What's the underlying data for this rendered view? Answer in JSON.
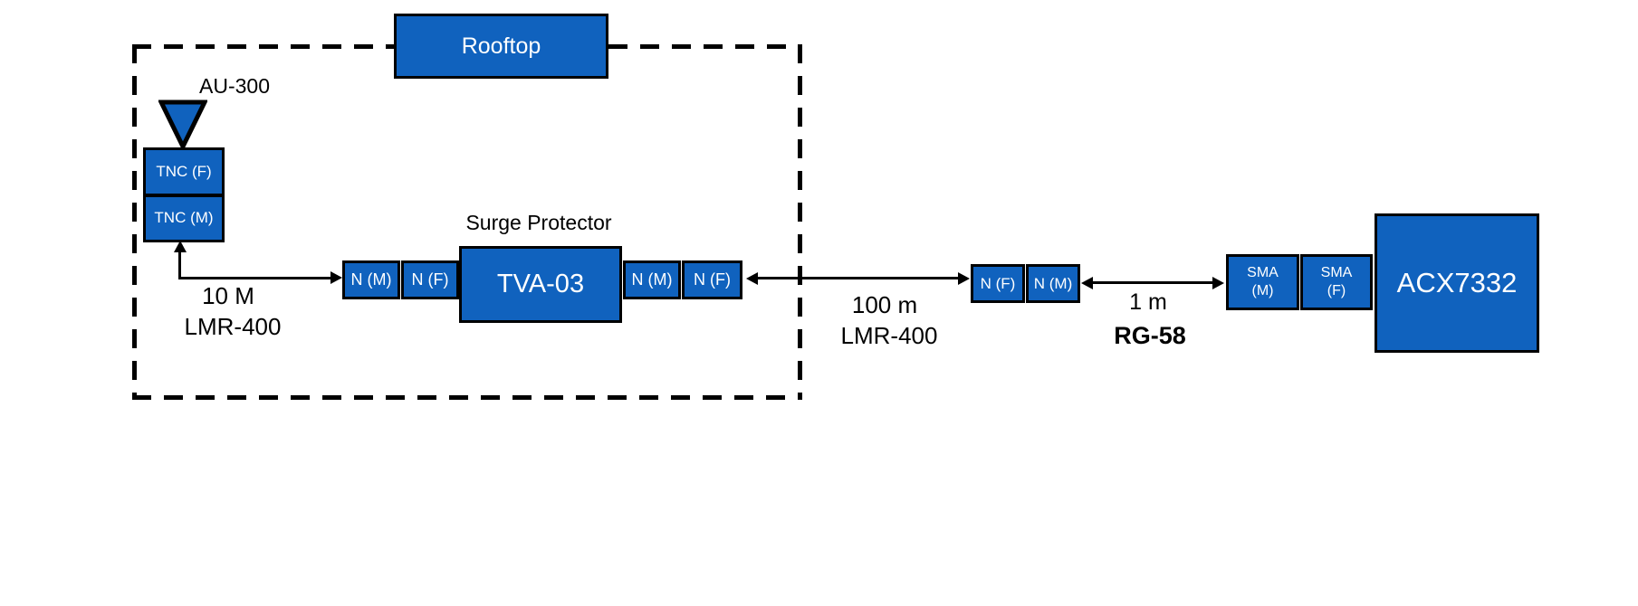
{
  "colors": {
    "box_fill": "#1062be",
    "box_border": "#000000",
    "line": "#000000",
    "text_on_box": "#ffffff",
    "text_label": "#000000",
    "background": "#ffffff"
  },
  "rooftop_zone": {
    "label": "Rooftop"
  },
  "antenna": {
    "label": "AU-300",
    "connectors": [
      "TNC (F)",
      "TNC (M)"
    ]
  },
  "cable1": {
    "length": "10 M",
    "type": "LMR-400"
  },
  "surge_protector": {
    "title": "Surge Protector",
    "model": "TVA-03",
    "connectors_left": [
      "N (M)",
      "N (F)"
    ],
    "connectors_right": [
      "N (M)",
      "N (F)"
    ]
  },
  "cable2": {
    "length": "100 m",
    "type": "LMR-400"
  },
  "adapter_pair": {
    "connectors": [
      "N (F)",
      "N (M)"
    ]
  },
  "cable3": {
    "length": "1 m",
    "type": "RG-58"
  },
  "receiver": {
    "model": "ACX7332",
    "sma_connectors": [
      {
        "line1": "SMA",
        "line2": "(M)"
      },
      {
        "line1": "SMA",
        "line2": "(F)"
      }
    ]
  }
}
